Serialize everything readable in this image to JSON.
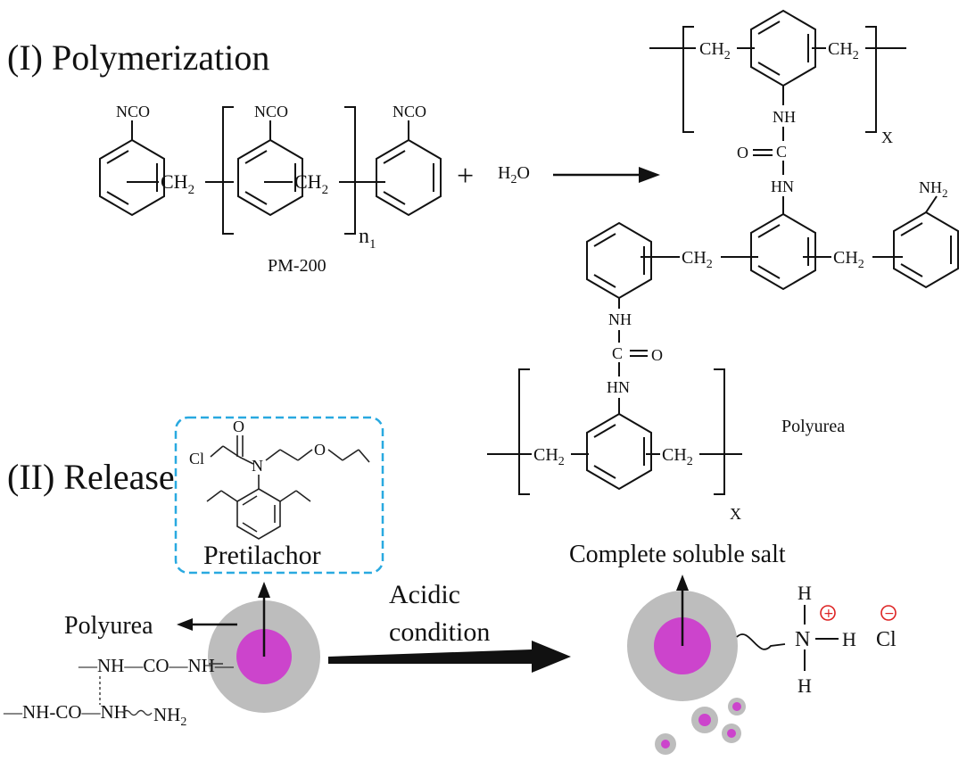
{
  "section_1": {
    "title": "(I) Polymerization"
  },
  "section_2": {
    "title": "(II) Release"
  },
  "reagents": {
    "nco": "NCO",
    "ch2": "CH",
    "sub2": "2",
    "n1": "n",
    "n1_sub": "1",
    "plus": "+",
    "water": "H",
    "water_sub": "2",
    "water_o": "O",
    "name": "PM-200"
  },
  "product": {
    "ch2": "CH",
    "sub2": "2",
    "x": "X",
    "nh": "NH",
    "hn": "HN",
    "c": "C",
    "o": "O",
    "nh2": "NH",
    "nh2_sub": "2",
    "name": "Polyurea"
  },
  "pretilachlor": {
    "cl": "Cl",
    "o": "O",
    "n": "N",
    "name": "Pretilachor",
    "border_color": "#29a9e0"
  },
  "release": {
    "polyurea_label": "Polyurea",
    "chain1": "—NH—CO—NH—",
    "chain2": "—NH-CO—NH",
    "chain2_end": "NH",
    "chain2_sub": "2",
    "condition_line1": "Acidic",
    "condition_line2": "condition",
    "salt_label": "Complete soluble salt",
    "h": "H",
    "n": "N",
    "plus_sign": "+",
    "minus_sign": "−",
    "cl": "Cl",
    "core_color": "#cc44cc",
    "shell_color": "#bdbdbd",
    "charge_color": "#dd2222"
  }
}
